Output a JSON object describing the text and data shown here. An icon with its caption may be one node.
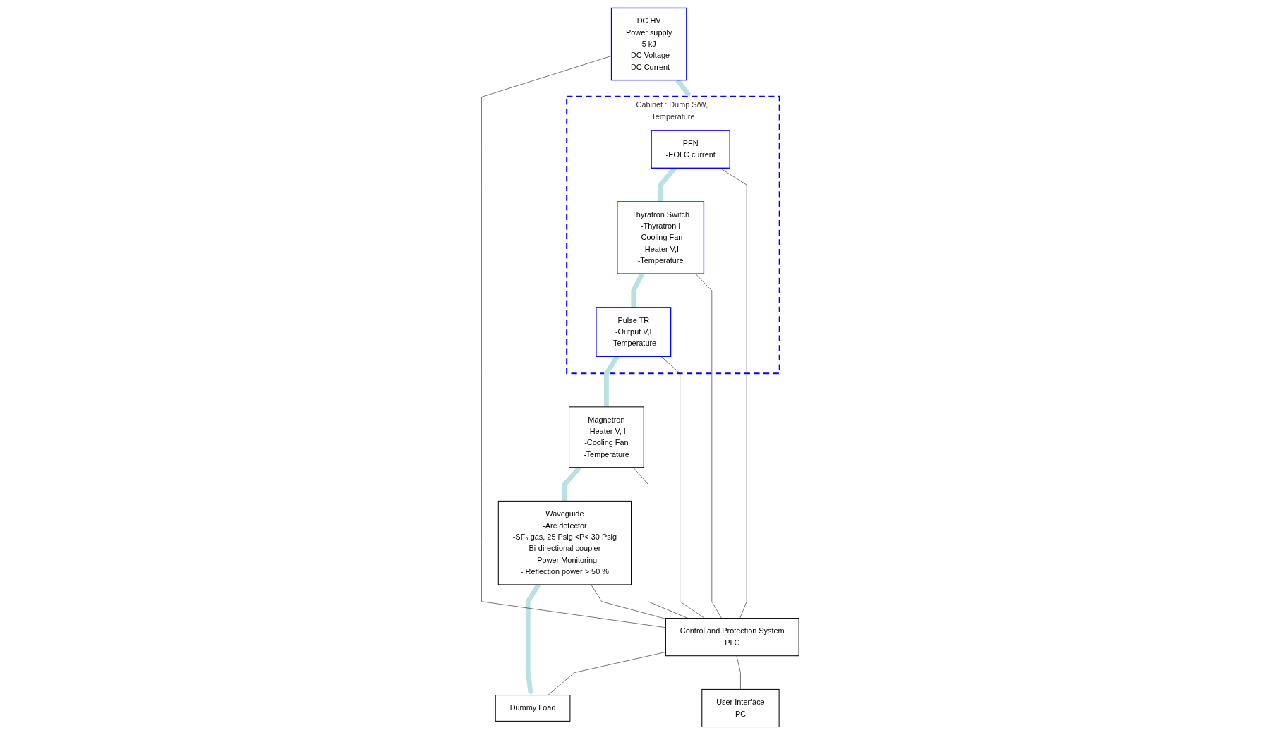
{
  "diagram": {
    "nodes": [
      {
        "text": [
          "Cabinet : Dump S/W, Temperature"
        ]
      },
      {
        "text": [
          "PFN",
          "-EOLC current"
        ],
        "in": 0
      },
      {
        "text": [
          "Thyratron Switch",
          "-Thyratron I",
          "-Cooling Fan",
          "-Heater V,I",
          "-Temperature"
        ],
        "in": 0
      },
      {
        "text": [
          "Pulse TR",
          "-Output V,I",
          "-Temperature"
        ],
        "in": 0
      },
      {
        "text": [
          "Magnetron",
          "-Heater V, I",
          "-Cooling Fan",
          "-Temperature"
        ]
      },
      {
        "text": [
          "Waveguide",
          "-Arc detector",
          "-SF₆ gas, 25 Psig <P< 30 Psig",
          "Bi-directional coupler",
          "- Power Monitoring",
          "- Reflection power > 50 %"
        ]
      },
      {
        "text": [
          "DC HV",
          "Power supply",
          "5 kJ",
          "-DC Voltage",
          "-DC Current"
        ]
      },
      {
        "text": [
          "Control and Protection System",
          "PLC"
        ]
      },
      {
        "text": [
          "Dummy Load"
        ]
      },
      {
        "text": [
          "User Interface",
          "PC"
        ]
      }
    ],
    "edges": [
      {
        "from": 1,
        "to": 2,
        "arrow": "none",
        "style": "thick",
        "color": "#b9e0e3"
      },
      {
        "from": 2,
        "to": 3,
        "arrow": "none",
        "style": "thick",
        "color": "#b9e0e3"
      },
      {
        "from": 3,
        "to": 4,
        "arrow": "none",
        "style": "thick",
        "color": "#b9e0e3"
      },
      {
        "from": 4,
        "to": 5,
        "arrow": "none",
        "style": "thick",
        "color": "#b9e0e3"
      },
      {
        "from": 6,
        "to": 0,
        "arrow": "to",
        "style": "thick",
        "color": "#b9e0e3"
      },
      {
        "from": 5,
        "to": 8,
        "arrow": "to",
        "style": "thick",
        "color": "#b9e0e3"
      },
      {
        "from": 1,
        "to": 7,
        "arrow": "none"
      },
      {
        "from": 2,
        "to": 7,
        "arrow": "none"
      },
      {
        "from": 3,
        "to": 7,
        "arrow": "none"
      },
      {
        "from": 4,
        "to": 7,
        "arrow": "none"
      },
      {
        "from": 5,
        "to": 7,
        "arrow": "none"
      },
      {
        "from": 6,
        "to": 7,
        "arrow": "none"
      },
      {
        "from": 7,
        "to": 8,
        "arrow": "none"
      },
      {
        "from": 7,
        "to": 9,
        "arrow": "none"
      }
    ]
  }
}
